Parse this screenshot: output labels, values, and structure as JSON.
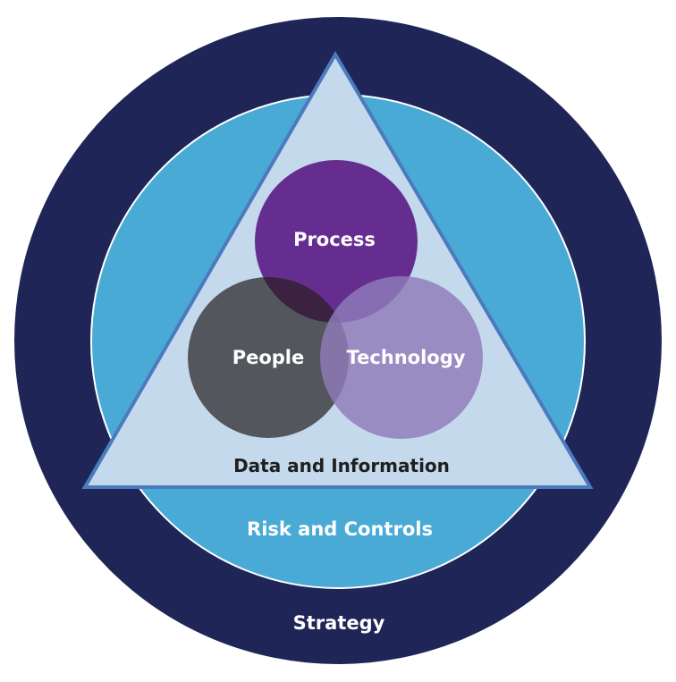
{
  "labels": {
    "strategy": "Strategy",
    "risk_controls": "Risk and Controls",
    "data_information": "Data and Information",
    "process": "Process",
    "people": "People",
    "technology": "Technology"
  },
  "colors": {
    "strategy": "#1f2657",
    "risk_controls": "#4aaad6",
    "triangle_fill": "#c5d9ec",
    "triangle_stroke": "#4b7bbf",
    "process": "#662d91",
    "people": "#53565c",
    "technology": "#8f7bba",
    "process_people_overlap": "#3b2240"
  }
}
